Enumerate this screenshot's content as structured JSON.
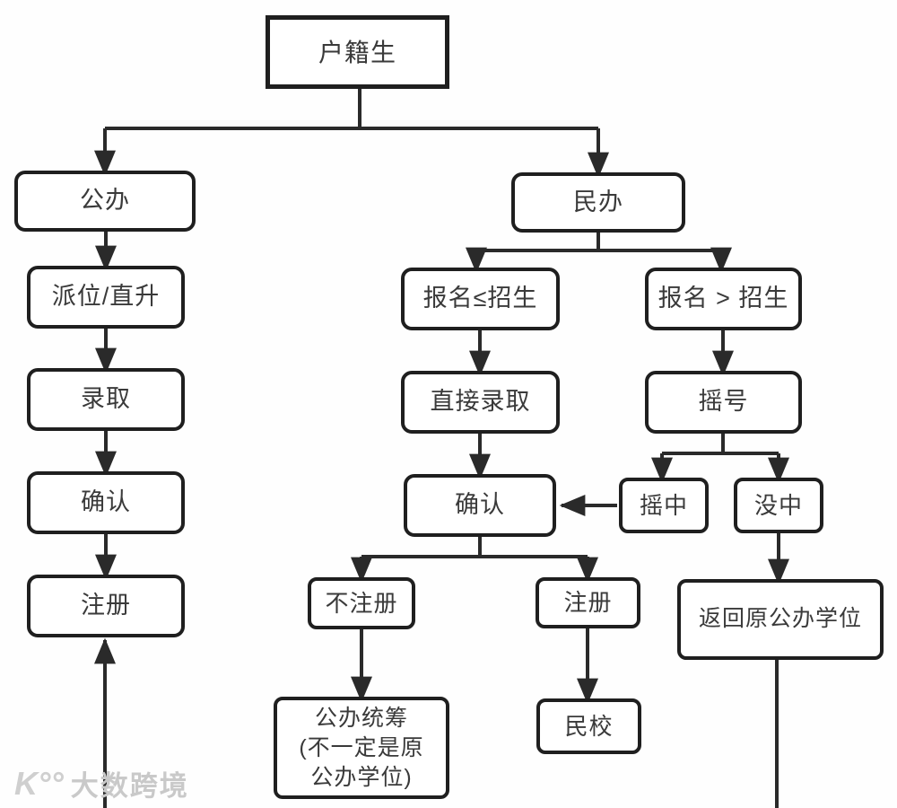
{
  "diagram": {
    "type": "flowchart",
    "nodes": {
      "root": {
        "label": "户籍生"
      },
      "gongban": {
        "label": "公办"
      },
      "paiwei": {
        "label": "派位/直升"
      },
      "luqu": {
        "label": "录取"
      },
      "queren_left": {
        "label": "确认"
      },
      "zhuce_left": {
        "label": "注册"
      },
      "minban": {
        "label": "民办"
      },
      "baoming_le": {
        "label": "报名≤招生"
      },
      "baoming_gt": {
        "label": "报名 > 招生"
      },
      "zhijie_luqu": {
        "label": "直接录取"
      },
      "yaohao": {
        "label": "摇号"
      },
      "queren_mid": {
        "label": "确认"
      },
      "yaozhong": {
        "label": "摇中"
      },
      "meizhong": {
        "label": "没中"
      },
      "buzhuce": {
        "label": "不注册"
      },
      "zhuce_mid": {
        "label": "注册"
      },
      "fanhui": {
        "label": "返回原公办学位"
      },
      "tongchou": {
        "lines": [
          "公办统筹",
          "(不一定是原",
          "公办学位)"
        ]
      },
      "minxiao": {
        "label": "民校"
      }
    },
    "edges_summary": [
      "户籍生→公办",
      "户籍生→民办",
      "公办→派位/直升→录取→确认→注册",
      "民办→报名≤招生",
      "民办→报名>招生",
      "报名≤招生→直接录取→确认",
      "报名>招生→摇号→摇中",
      "摇号→没中",
      "摇中→确认",
      "确认→不注册",
      "确认→注册",
      "不注册→公办统筹(不一定是原公办学位)",
      "注册→民校",
      "没中→返回原公办学位",
      "返回原公办学位→(下方)→注册"
    ]
  },
  "watermark": {
    "logo": "K°°",
    "brand": "大数跨境"
  },
  "colors": {
    "background": "#fefefe",
    "box_fill": "#ffffff",
    "box_border": "#1f1f1f",
    "line": "#2a2a2a",
    "text": "#3a3a3a",
    "watermark": "#c9c9c9"
  }
}
